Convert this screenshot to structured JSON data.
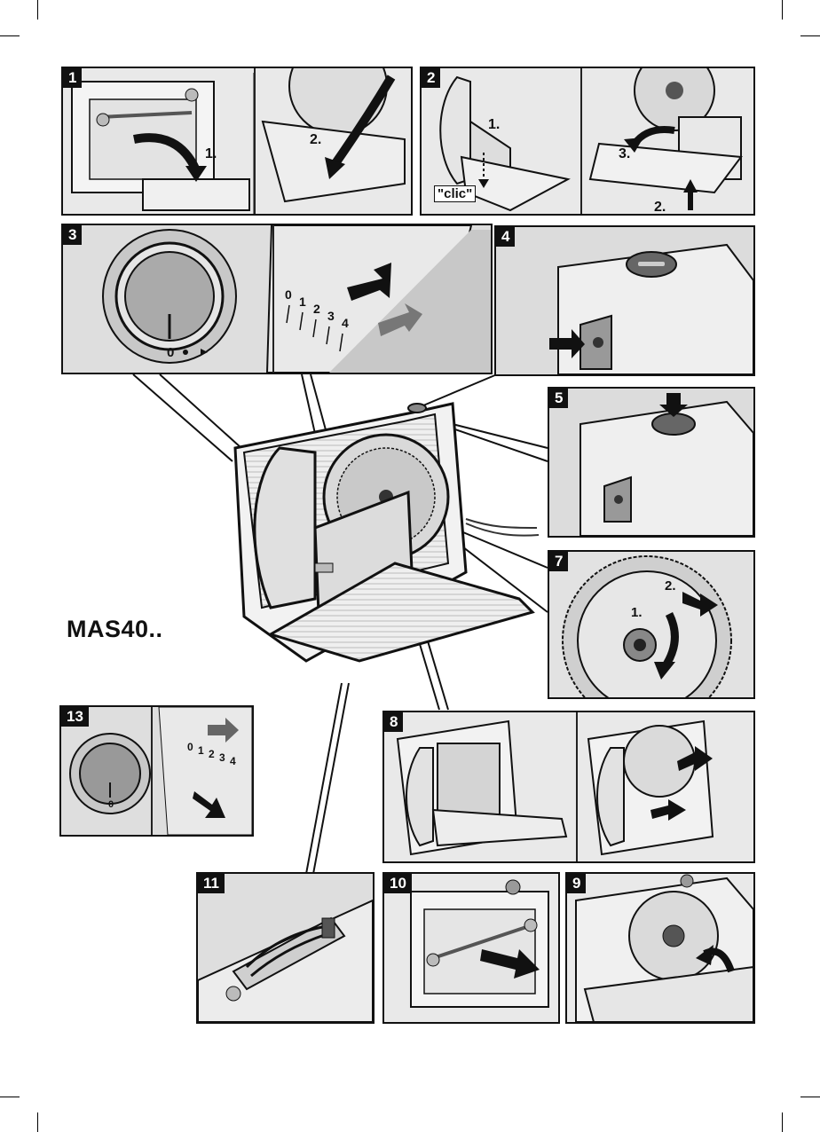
{
  "model": "MAS40..",
  "panels": {
    "p1": {
      "number": "1",
      "step_a": "1.",
      "step_b": "2."
    },
    "p2": {
      "number": "2",
      "step_a": "1.",
      "clic": "\"clic\"",
      "step_b": "3.",
      "step_c": "2."
    },
    "p3": {
      "number": "3",
      "dial_zero": "0",
      "scale": [
        "0",
        "1",
        "2",
        "3",
        "4"
      ]
    },
    "p4": {
      "number": "4"
    },
    "p5": {
      "number": "5"
    },
    "p7": {
      "number": "7",
      "step_a": "1.",
      "step_b": "2."
    },
    "p8": {
      "number": "8"
    },
    "p9": {
      "number": "9"
    },
    "p10": {
      "number": "10"
    },
    "p11": {
      "number": "11"
    },
    "p13": {
      "number": "13",
      "dial_zero": "0",
      "scale": [
        "0",
        "1",
        "2",
        "3",
        "4"
      ]
    }
  }
}
